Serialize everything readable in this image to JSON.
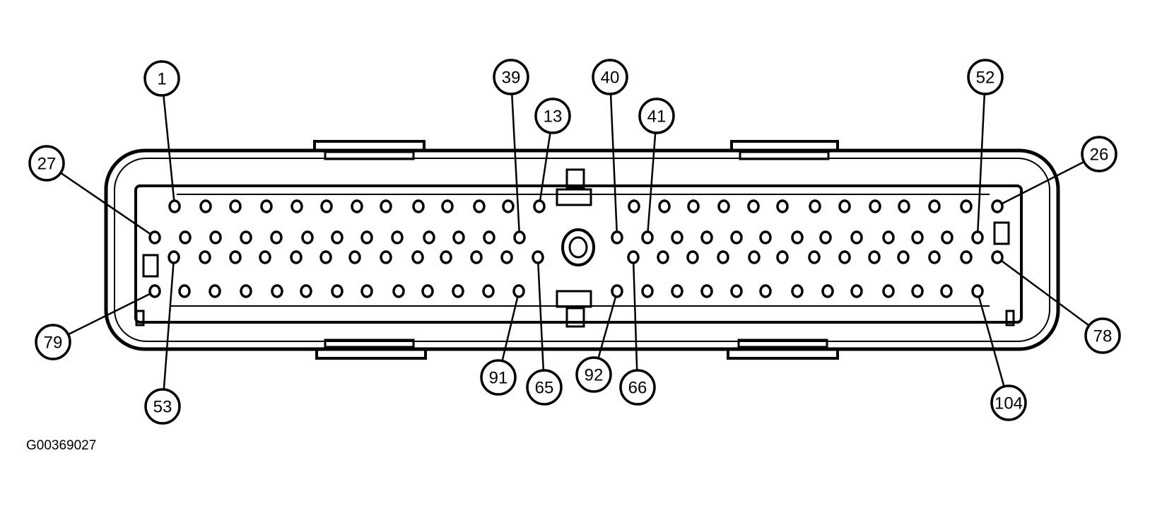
{
  "diagram": {
    "caption": "G00369027",
    "callouts": [
      {
        "pin": "1"
      },
      {
        "pin": "27"
      },
      {
        "pin": "39"
      },
      {
        "pin": "13"
      },
      {
        "pin": "40"
      },
      {
        "pin": "41"
      },
      {
        "pin": "52"
      },
      {
        "pin": "26"
      },
      {
        "pin": "78"
      },
      {
        "pin": "104"
      },
      {
        "pin": "66"
      },
      {
        "pin": "92"
      },
      {
        "pin": "65"
      },
      {
        "pin": "91"
      },
      {
        "pin": "53"
      },
      {
        "pin": "79"
      }
    ],
    "colors": {
      "ink": "#000000",
      "background": "#ffffff"
    }
  }
}
